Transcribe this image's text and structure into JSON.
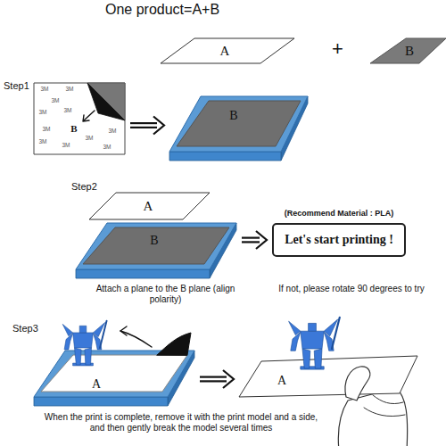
{
  "diagram": {
    "title": "One product=A+B",
    "nodes": [
      {
        "text": [
          "A"
        ]
      },
      {
        "text": [
          "B"
        ]
      },
      {
        "text": [
          "3M",
          "3M",
          "3M",
          "3M",
          "3M",
          "3M",
          "3M",
          "3M",
          "3M",
          "3M",
          "3M",
          "B"
        ]
      },
      {
        "text": [
          "B"
        ]
      },
      {
        "text": [
          "A"
        ]
      },
      {
        "text": [
          "B"
        ]
      },
      {
        "text": [
          "(Recommend Material : PLA)",
          "Let's start printing !"
        ]
      },
      {
        "text": [
          "A"
        ]
      },
      {
        "text": [
          "A"
        ]
      }
    ],
    "edges": [
      {
        "from": 2,
        "to": 3,
        "arrow": "to"
      },
      {
        "from": 5,
        "to": 6,
        "arrow": "to"
      },
      {
        "from": 7,
        "to": 8,
        "arrow": "to"
      }
    ],
    "labels": [
      "+",
      "Step1",
      "Step2",
      "Attach a plane to the B plane (align polarity)",
      "If not, please rotate 90 degrees to try",
      "Step3",
      "When the print is complete, remove it with the print model and a side, and then gently break the model several times"
    ]
  }
}
